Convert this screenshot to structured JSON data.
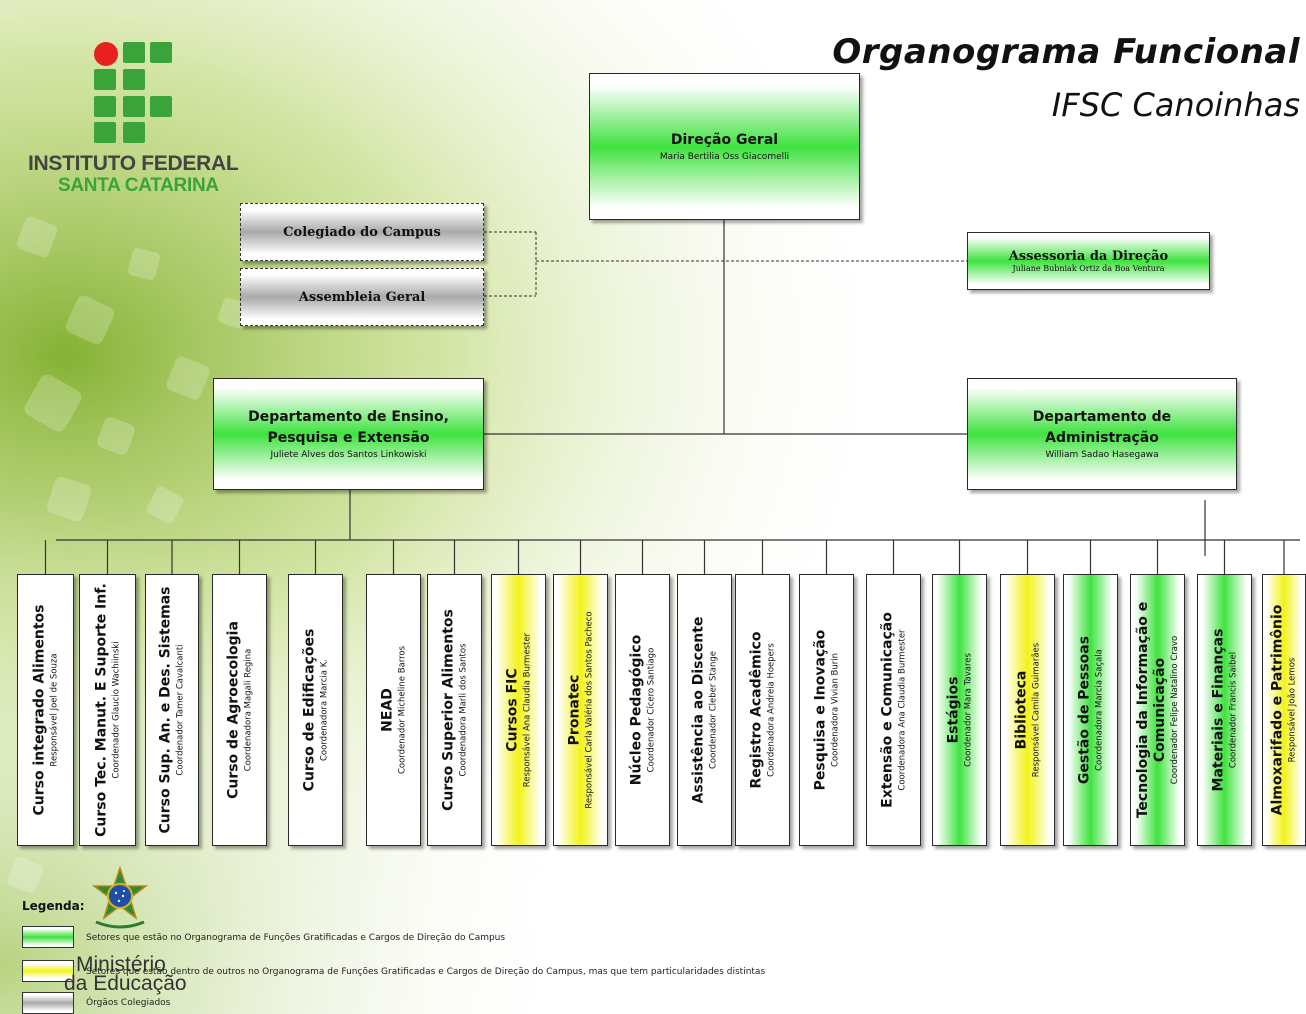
{
  "title": {
    "line1": "Organograma Funcional",
    "line2": "IFSC Canoinhas"
  },
  "logo": {
    "line1": "INSTITUTO FEDERAL",
    "line2": "SANTA CATARINA",
    "square_color": "#3aa33a",
    "dot_color": "#e8211f"
  },
  "top": {
    "title": "Direção Geral",
    "subtitle": "Maria Bertilia Oss Giacomelli"
  },
  "colegiado": {
    "title": "Colegiado do Campus"
  },
  "assembleia": {
    "title": "Assembleia Geral"
  },
  "assessoria": {
    "title": "Assessoria da Direção",
    "subtitle": "Juliane Bubniak Ortiz da Boa Ventura"
  },
  "ensino": {
    "title_line1": "Departamento de Ensino,",
    "title_line2": "Pesquisa e Extensão",
    "subtitle": "Juliete Alves dos Santos Linkowiski"
  },
  "administracao": {
    "title_line1": "Departamento de",
    "title_line2": "Administração",
    "subtitle": "William Sadao Hasegawa"
  },
  "units": [
    {
      "title": "Curso integrado Alimentos",
      "subtitle": "Responsável Joel de Souza",
      "color": "white"
    },
    {
      "title": "Curso Tec. Manut. E Suporte Inf.",
      "subtitle": "Coordenador Glaucio Wachiinski",
      "color": "white"
    },
    {
      "title": "Curso Sup. An. e Des. Sistemas",
      "subtitle": "Coordenador Tamer Cavalcanti",
      "color": "white"
    },
    {
      "title": "Curso de Agroecologia",
      "subtitle": "Coordenadora Magali Regina",
      "color": "white"
    },
    {
      "title": "Curso de Edificações",
      "subtitle": "Coordenadora Marcia K.",
      "color": "white"
    },
    {
      "title": "NEAD",
      "subtitle": "Coordenador Micheline Barros",
      "color": "white"
    },
    {
      "title": "Curso Superior Alimentos",
      "subtitle": "Coordenadora Marli dos Santos",
      "color": "white"
    },
    {
      "title": "Cursos FIC",
      "subtitle": "Responsável Ana Claudia Burmester",
      "color": "yellow"
    },
    {
      "title": "Pronatec",
      "subtitle": "Responsável Carla Valéria dos Santos Pacheco",
      "color": "yellow"
    },
    {
      "title": "Núcleo Pedagógico",
      "subtitle": "Coordenador Cícero Santiago",
      "color": "white"
    },
    {
      "title": "Assistência ao Discente",
      "subtitle": "Coordenador Cleber Stange",
      "color": "white"
    },
    {
      "title": "Registro Acadêmico",
      "subtitle": "Coordenadora Andreia Hoepers",
      "color": "white"
    },
    {
      "title": "Pesquisa e Inovação",
      "subtitle": "Coordenadora Vivian Burin",
      "color": "white"
    },
    {
      "title": "Extensão e Comunicação",
      "subtitle": "Coordenadora Ana Claudia Burmester",
      "color": "white"
    },
    {
      "title": "Estágios",
      "subtitle": "Coordenador Mara Tavares",
      "color": "green"
    },
    {
      "title": "Biblioteca",
      "subtitle": "Responsável Camila Guimarães",
      "color": "yellow"
    },
    {
      "title": "Gestão de Pessoas",
      "subtitle": "Coordenadora Marcia Saçala",
      "color": "green"
    },
    {
      "title": "Tecnologia da Informação e Comunicação",
      "subtitle": "Coordenador Felipe Natalino Cravo",
      "color": "green"
    },
    {
      "title": "Materiais e Finanças",
      "subtitle": "Coordenador Francis Saibel",
      "color": "green"
    },
    {
      "title": "Almoxarifado e Patrimônio",
      "subtitle": "Responsável João Lemos",
      "color": "yellow"
    }
  ],
  "legend": {
    "title": "Legenda:",
    "items": [
      {
        "text": "Setores que estão no Organograma de Funções Gratificadas e Cargos de Direção do Campus",
        "color": "green"
      },
      {
        "text": "Setores que estão dentro de outros no Organograma de Funções Gratificadas e Cargos de Direção do Campus, mas que tem particularidades distintas",
        "color": "yellow"
      },
      {
        "text": "Órgãos Colegiados",
        "color": "gray"
      }
    ]
  },
  "ministry": {
    "line1": "Ministério",
    "line2": "da Educação"
  }
}
